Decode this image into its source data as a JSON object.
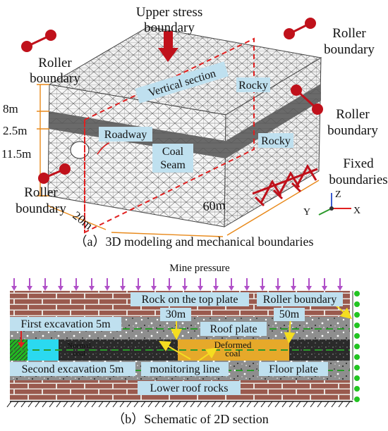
{
  "panel_a": {
    "labels": {
      "upper_stress": [
        "Upper stress",
        "boundary"
      ],
      "roller_tl": [
        "Roller",
        "boundary"
      ],
      "roller_tr": [
        "Roller",
        "boundary"
      ],
      "roller_r": [
        "Roller",
        "boundary"
      ],
      "roller_bl": [
        "Roller",
        "boundary"
      ],
      "fixed": [
        "Fixed",
        "boundaries"
      ],
      "vertical_section": "Vertical section",
      "rocky_top": "Rocky",
      "rocky_side": "Rocky",
      "roadway": "Roadway",
      "coal_seam": [
        "Coal",
        "Seam"
      ],
      "dim_8m": "8m",
      "dim_2_5m": "2.5m",
      "dim_11_5m": "11.5m",
      "dim_20m": "20m",
      "dim_60m": "60m",
      "axis_x": "X",
      "axis_y": "Y",
      "axis_z": "Z"
    },
    "caption": "（a）3D modeling and mechanical boundaries"
  },
  "panel_b": {
    "labels": {
      "mine_pressure": "Mine pressure",
      "rock_top_plate": "Rock on the top plate",
      "roller_boundary": "Roller boundary",
      "d30": "30m",
      "d50": "50m",
      "first_excavation": "First excavation 5m",
      "roof_plate": "Roof plate",
      "normal_coal": [
        "Normal",
        "coal"
      ],
      "deformed_coal": [
        "Deformed",
        "coal"
      ],
      "second_excavation": "Second excavation 5m",
      "monitoring_line": "monitoring line",
      "floor_plate": "Floor plate",
      "lower_roof": "Lower roof rocks"
    },
    "caption": "（b）Schematic of 2D section"
  },
  "colors": {
    "roller": "#c0111b",
    "dim": "#e8891a",
    "dash_red": "#e02020",
    "mesh": "#555555",
    "coal_band": "#6a6a6a",
    "brick": "#9a5a4e",
    "mortar": "#e8e4df",
    "arrow_purple": "#b050c8",
    "deformed": "#e6a92a",
    "dashed_green": "#2a9a2a",
    "node_green": "#22c422",
    "label_box": "#bfe0ef"
  }
}
